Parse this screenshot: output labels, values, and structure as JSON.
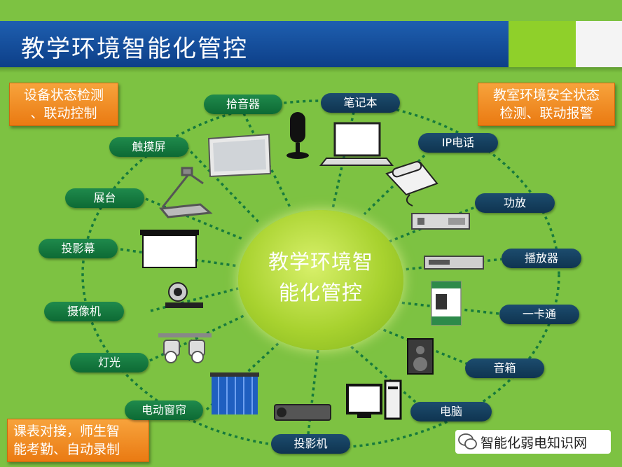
{
  "title": "教学环境智能化管控",
  "center": {
    "line1": "教学环境智",
    "line2": "能化管控"
  },
  "corners": {
    "top_left": [
      "设备状态检测",
      "、联动控制"
    ],
    "top_right": [
      "教室环境安全状态",
      "检测、联动报警"
    ],
    "bottom_left": [
      "课表对接，师生智",
      "能考勤、自动录制"
    ]
  },
  "nodes": [
    {
      "id": "pickup",
      "label": "拾音器",
      "color": "green"
    },
    {
      "id": "laptop",
      "label": "笔记本",
      "color": "navy"
    },
    {
      "id": "ipphone",
      "label": "IP电话",
      "color": "navy"
    },
    {
      "id": "amp",
      "label": "功放",
      "color": "navy"
    },
    {
      "id": "player",
      "label": "播放器",
      "color": "navy"
    },
    {
      "id": "card",
      "label": "一卡通",
      "color": "navy"
    },
    {
      "id": "speaker",
      "label": "音箱",
      "color": "navy"
    },
    {
      "id": "pc",
      "label": "电脑",
      "color": "navy"
    },
    {
      "id": "projector",
      "label": "投影机",
      "color": "navy"
    },
    {
      "id": "curtain",
      "label": "电动窗帘",
      "color": "green"
    },
    {
      "id": "light",
      "label": "灯光",
      "color": "green"
    },
    {
      "id": "camera",
      "label": "摄像机",
      "color": "green"
    },
    {
      "id": "screen",
      "label": "投影幕",
      "color": "green"
    },
    {
      "id": "visualizer",
      "label": "展台",
      "color": "green"
    },
    {
      "id": "touch",
      "label": "触摸屏",
      "color": "green"
    }
  ],
  "watermark": {
    "text": "智能化弱电知识网"
  },
  "colors": {
    "background": "#7dc242",
    "title_bar": "#0d3f88",
    "accent": "#8fd02a",
    "corner_box": "#ee8418",
    "node_green": "#0d6a34",
    "node_navy": "#0f3450"
  }
}
